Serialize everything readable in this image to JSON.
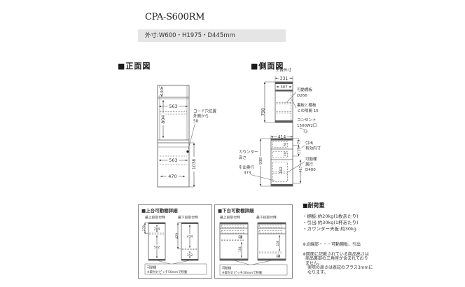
{
  "header": {
    "title": "CPA-S600RM",
    "outer_dims": "外寸:W600・H1975・D445mm"
  },
  "front_view": {
    "section_label": "■正面図",
    "dim_190": "190",
    "dim_563_upper": "563",
    "dim_804": "804",
    "dim_1038": "1038",
    "dim_563_lower": "563",
    "dim_470": "470",
    "cord_note_line1": "コード穴位置",
    "cord_note_line2": "外側から",
    "cord_note_line3": "58"
  },
  "side_view": {
    "section_label": "■側面図",
    "upper_outer_label": "上台外寸",
    "dim_331": "331",
    "dim_307": "307",
    "dim_798": "798",
    "dim_414": "414",
    "dim_938": "938",
    "dim_79": "79",
    "dim_115": "115",
    "dim_467": "467",
    "dim_70a": "70",
    "dim_70b": "70",
    "dim_162": "162",
    "note_shelf_line1": "可動棚板",
    "note_shelf_line2": "D266",
    "note_gap_line1": "裏板と棚板",
    "note_gap_line2": "との隙間 15",
    "note_outlet_line1": "コンセント",
    "note_outlet_line2": "1500W2口",
    "counter_label_line1": "カウンター",
    "counter_label_line2": "高さ",
    "drawer_depth_line1": "引出奥行",
    "drawer_depth_line2": "373",
    "drawer_inner_line1": "引出",
    "drawer_inner_line2": "有効内寸",
    "shelf_depth_line1": "可動棚",
    "shelf_depth_line2": "奥行",
    "shelf_depth_line3": "D400"
  },
  "upper_shelf_detail": {
    "title": "■上台可動棚詳細",
    "header_left": "最上段取付時",
    "header_right": "最下段取付時",
    "left_outer": "279",
    "left_top": "284",
    "left_bottom": "502",
    "right_outer": "429",
    "right_top": "434",
    "right_bottom": "352",
    "caption_line1": "可動棚",
    "caption_line2": "※取付けピッチ50mmで移動"
  },
  "lower_shelf_detail": {
    "title": "■下台可動棚詳細",
    "header_left": "最上段取付時",
    "header_right": "最下段取付時",
    "left_top": "40",
    "left_bottom": "104",
    "right_top": "100",
    "right_bottom": "44",
    "caption_line1": "可動棚",
    "caption_line2": "※取付けピッチ30mmで移動"
  },
  "load_info": {
    "title": "■耐荷重",
    "item1": "・棚板:約20kg(1枚あたり)",
    "item2": "・引出:約30kg(1杯あたり)",
    "item3": "・カウンター天板:約30kg"
  },
  "notes": {
    "dotted_note": "※点線部・・・可動棚板、引出",
    "height_note_line1": "※図面に記載されている商品高さは",
    "height_note_line2": "商品裏部の三角座が含まれており",
    "height_note_line3": "ません。",
    "height_note_line4": "実際の高さは表記のプラス3mmに",
    "height_note_line5": "なります。"
  }
}
